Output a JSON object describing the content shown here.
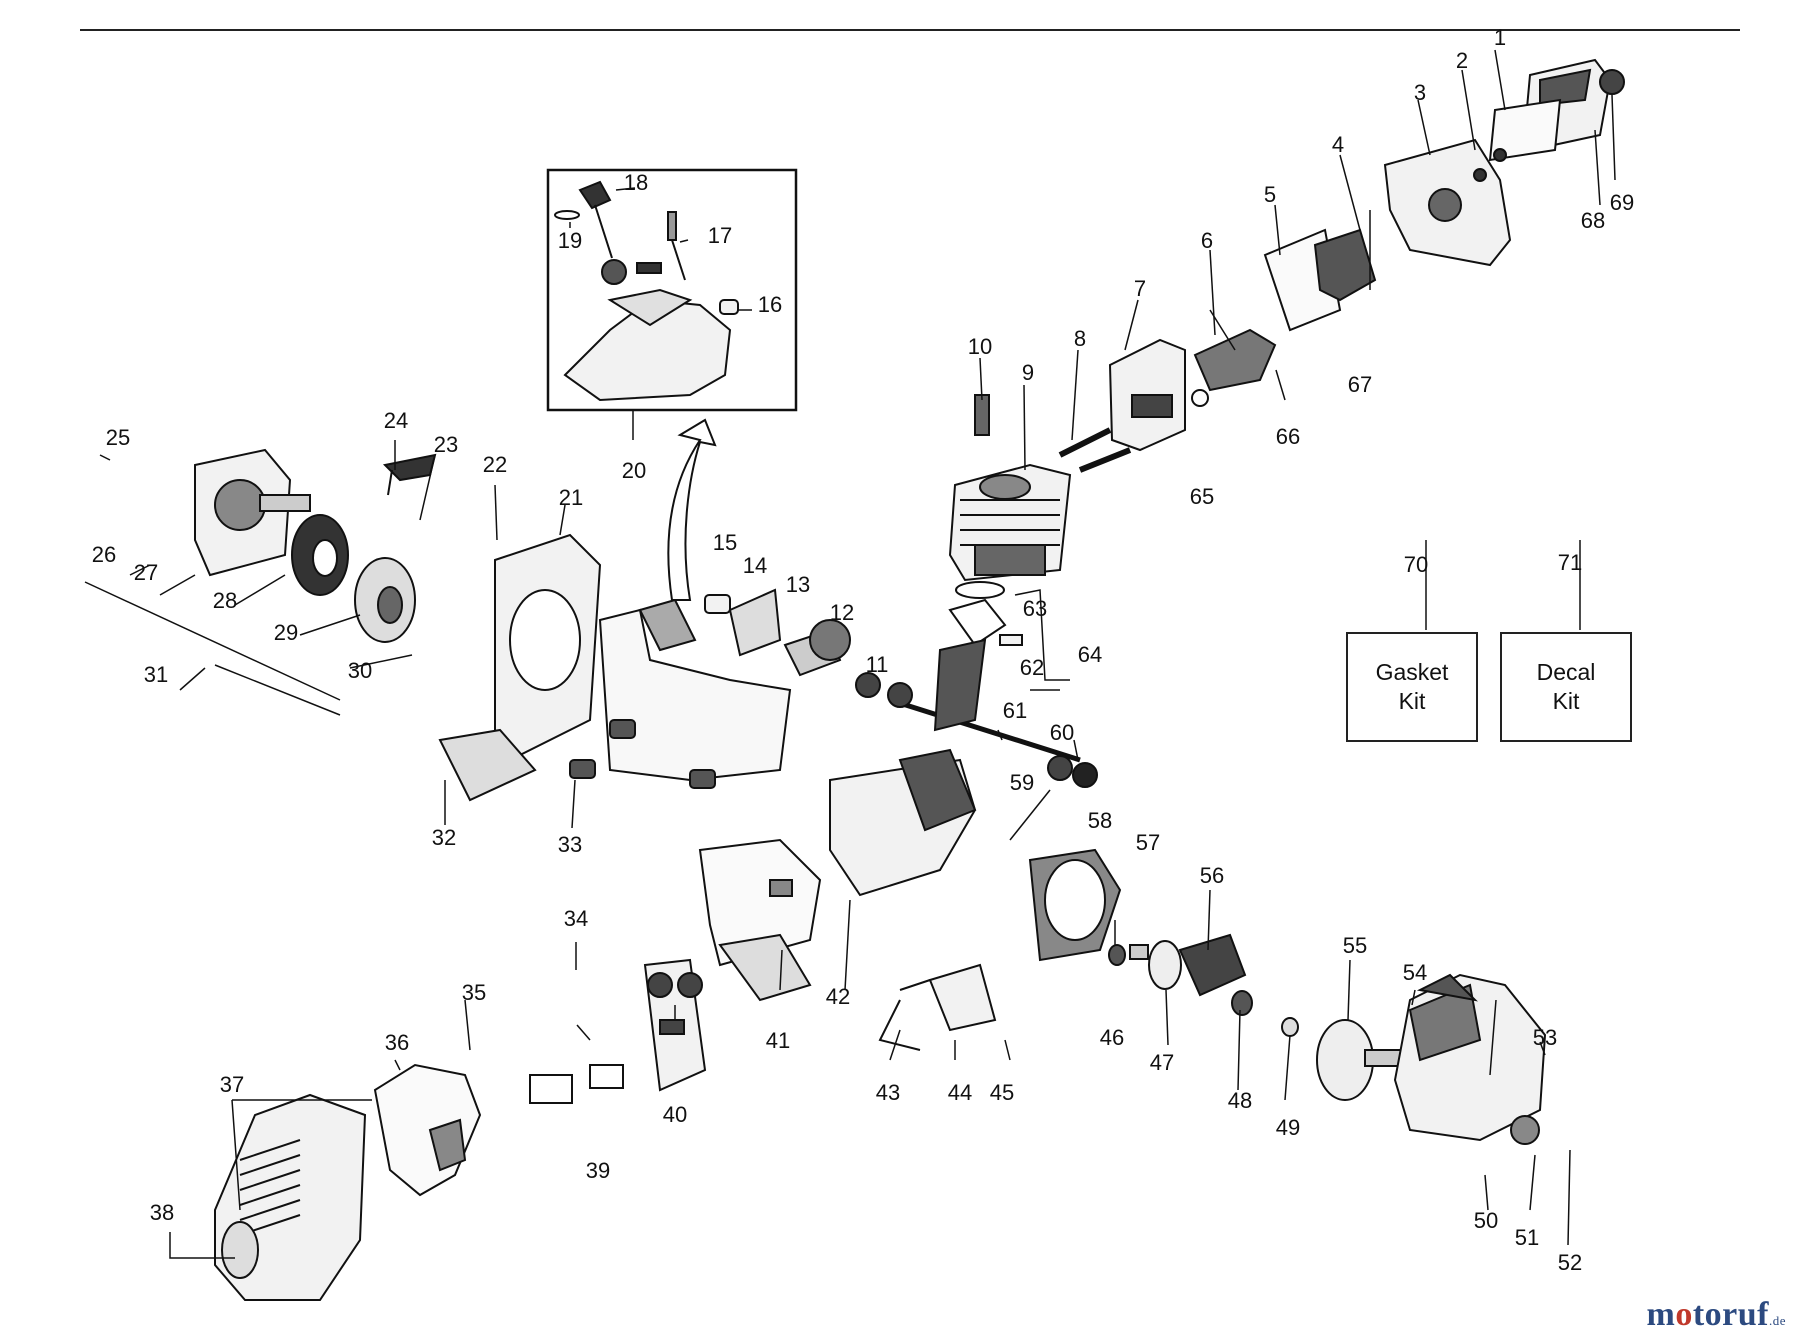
{
  "diagram": {
    "type": "exploded-parts-diagram",
    "callout_labels": [
      "1",
      "2",
      "3",
      "4",
      "5",
      "6",
      "7",
      "8",
      "9",
      "10",
      "11",
      "12",
      "13",
      "14",
      "15",
      "16",
      "17",
      "18",
      "19",
      "20",
      "21",
      "22",
      "23",
      "24",
      "25",
      "26",
      "27",
      "28",
      "29",
      "30",
      "31",
      "32",
      "33",
      "34",
      "35",
      "36",
      "37",
      "38",
      "39",
      "40",
      "41",
      "42",
      "43",
      "44",
      "45",
      "46",
      "47",
      "48",
      "49",
      "50",
      "51",
      "52",
      "53",
      "54",
      "55",
      "56",
      "57",
      "58",
      "59",
      "60",
      "61",
      "62",
      "63",
      "64",
      "65",
      "66",
      "67",
      "68",
      "69",
      "70",
      "71"
    ]
  },
  "kits": [
    {
      "number": "70",
      "line1": "Gasket",
      "line2": "Kit"
    },
    {
      "number": "71",
      "line1": "Decal",
      "line2": "Kit"
    }
  ],
  "watermark": {
    "text_a": "m",
    "text_o": "o",
    "text_b": "toruf",
    "suffix": ".de"
  },
  "colors": {
    "ink": "#111111",
    "part_fill": "#f2f2f2",
    "part_dark": "#3a3a3a",
    "brand": "#2c4a80",
    "brand_accent": "#c0392b"
  }
}
